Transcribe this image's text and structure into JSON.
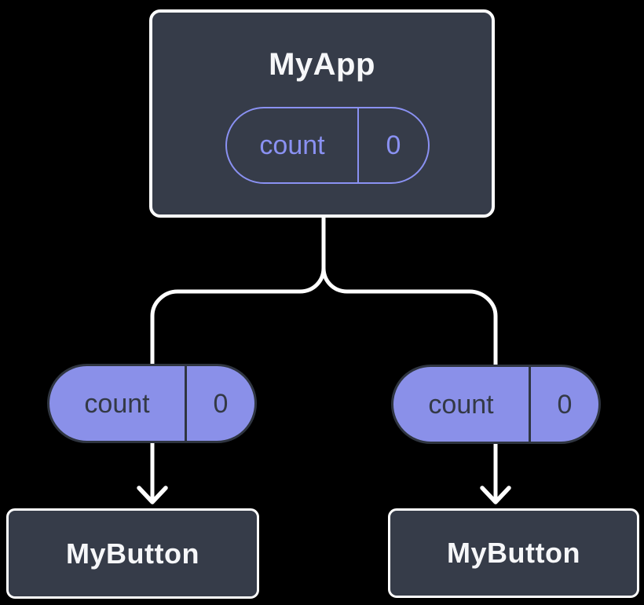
{
  "tree": {
    "root": {
      "label": "MyApp",
      "state": {
        "name": "count",
        "value": "0"
      }
    },
    "children": [
      {
        "label": "MyButton",
        "prop": {
          "name": "count",
          "value": "0"
        }
      },
      {
        "label": "MyButton",
        "prop": {
          "name": "count",
          "value": "0"
        }
      }
    ]
  },
  "colors": {
    "background": "#000000",
    "node_fill": "#363C49",
    "node_border": "#FFFFFF",
    "connector": "#FFFFFF",
    "pill_fill_purple": "#8A90E9",
    "pill_outline_purple": "#8A91F2",
    "pill_dark_border": "#2F3540",
    "dark_text": "#333945",
    "light_text": "#F6F7F9"
  }
}
